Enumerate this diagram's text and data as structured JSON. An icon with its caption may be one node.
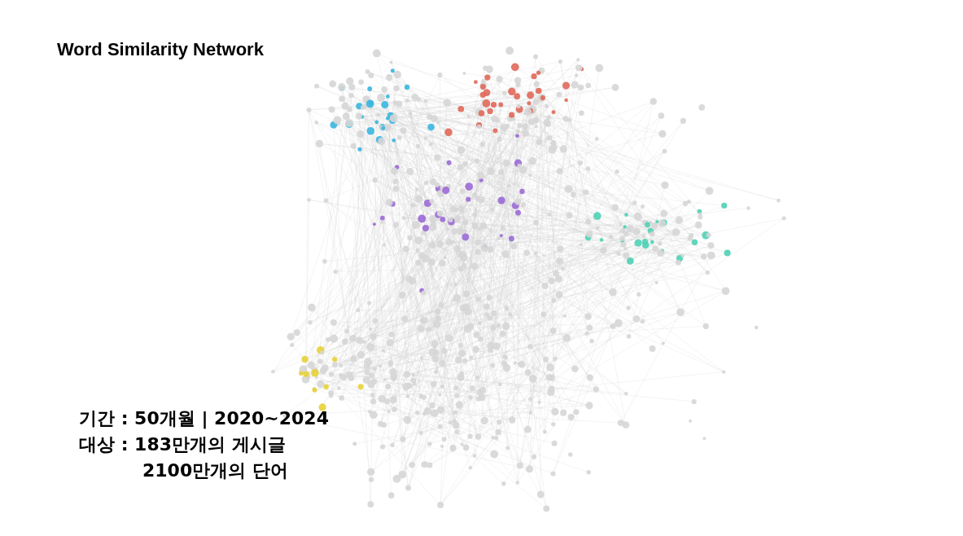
{
  "diagram": {
    "title": "Word Similarity Network",
    "labels": [
      "기간 : 50개월 | 2020~2024",
      "대상 : 183만개의 게시글",
      "2100만개의 단어"
    ]
  }
}
